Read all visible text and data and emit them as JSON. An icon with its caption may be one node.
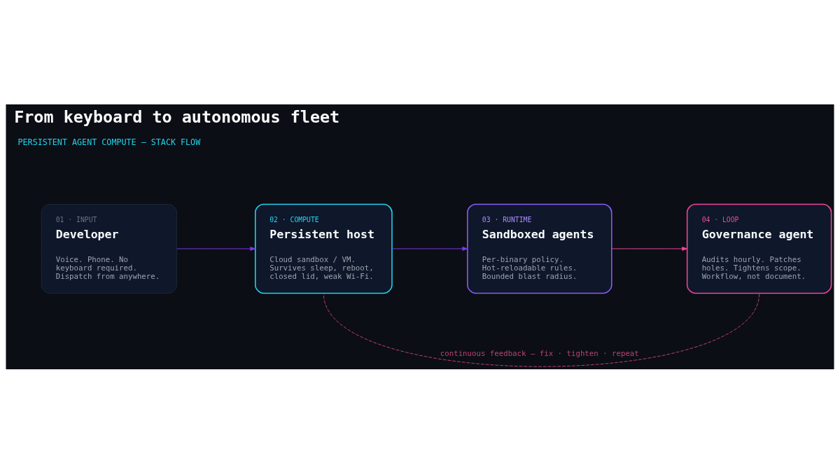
{
  "diagram": {
    "title": "From keyboard to autonomous fleet",
    "nodes": [
      {
        "text": [
          "01 · INPUT",
          "Developer",
          "Voice. Phone. No keyboard required. Dispatch from anywhere."
        ]
      },
      {
        "text": [
          "02 · COMPUTE",
          "Persistent host",
          "Cloud sandbox / VM. Survives sleep, reboot, closed lid, weak Wi-Fi."
        ]
      },
      {
        "text": [
          "03 · RUNTIME",
          "Sandboxed agents",
          "Per-binary policy. Hot-reloadable rules. Bounded blast radius."
        ]
      },
      {
        "text": [
          "04 · LOOP",
          "Governance agent",
          "Audits hourly. Patches holes. Tightens scope. Workflow, not document."
        ]
      }
    ],
    "edges": [
      {
        "from": 0,
        "to": 1,
        "arrow": "to"
      },
      {
        "from": 1,
        "to": 2,
        "arrow": "to"
      },
      {
        "from": 2,
        "to": 3,
        "arrow": "to",
        "color": "#ec4899"
      },
      {
        "from": 3,
        "to": 1,
        "arrow": "none",
        "label": "continuous feedback — fix · tighten · repeat",
        "style": "dashed",
        "color": "#b9436f"
      }
    ],
    "labels": [
      "PERSISTENT AGENT COMPUTE — STACK FLOW"
    ]
  }
}
